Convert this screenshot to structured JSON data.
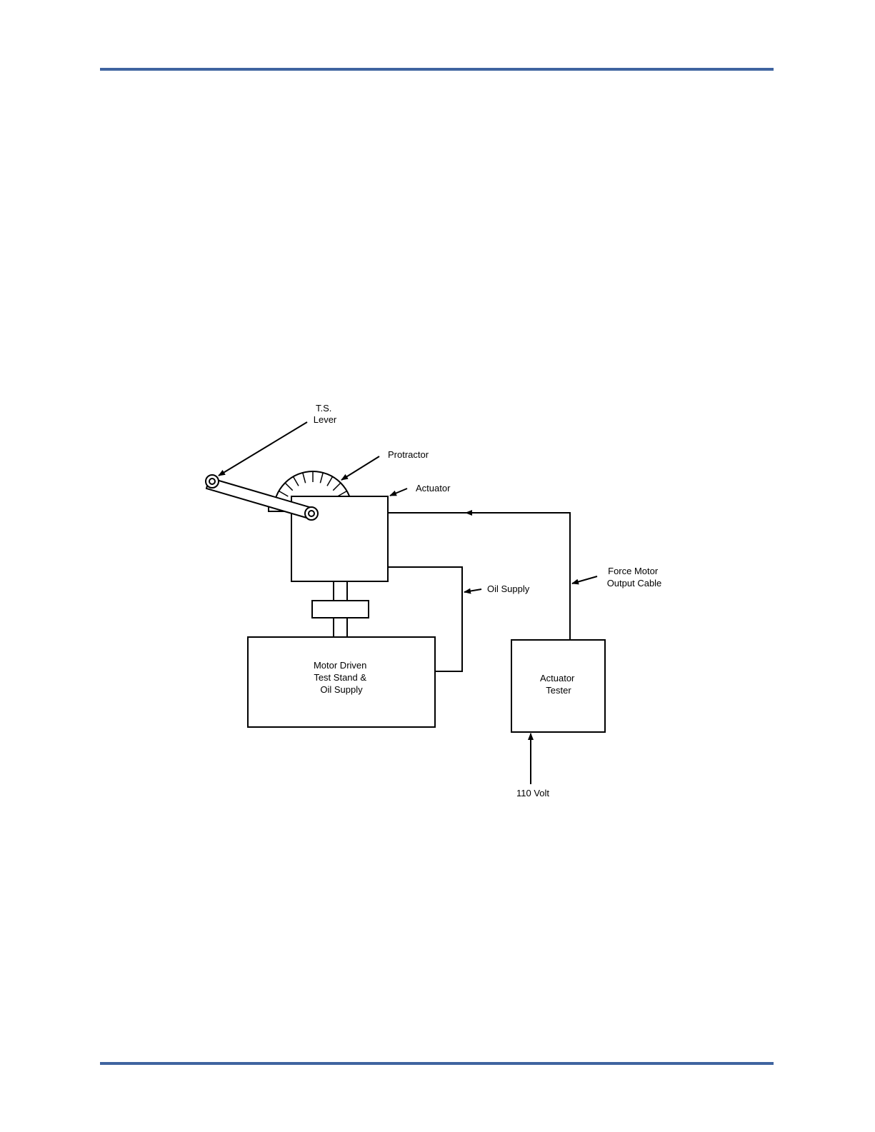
{
  "colors": {
    "rule": "#3f64a0",
    "ink": "#000000"
  },
  "labels": {
    "ts_lever": [
      "T.S.",
      "Lever"
    ],
    "protractor": "Protractor",
    "actuator": "Actuator",
    "force_motor_cable": [
      "Force Motor",
      "Output Cable"
    ],
    "oil_supply": "Oil Supply",
    "test_stand": [
      "Motor Driven",
      "Test Stand &",
      "Oil Supply"
    ],
    "actuator_tester": [
      "Actuator",
      "Tester"
    ],
    "power": "110 Volt"
  }
}
